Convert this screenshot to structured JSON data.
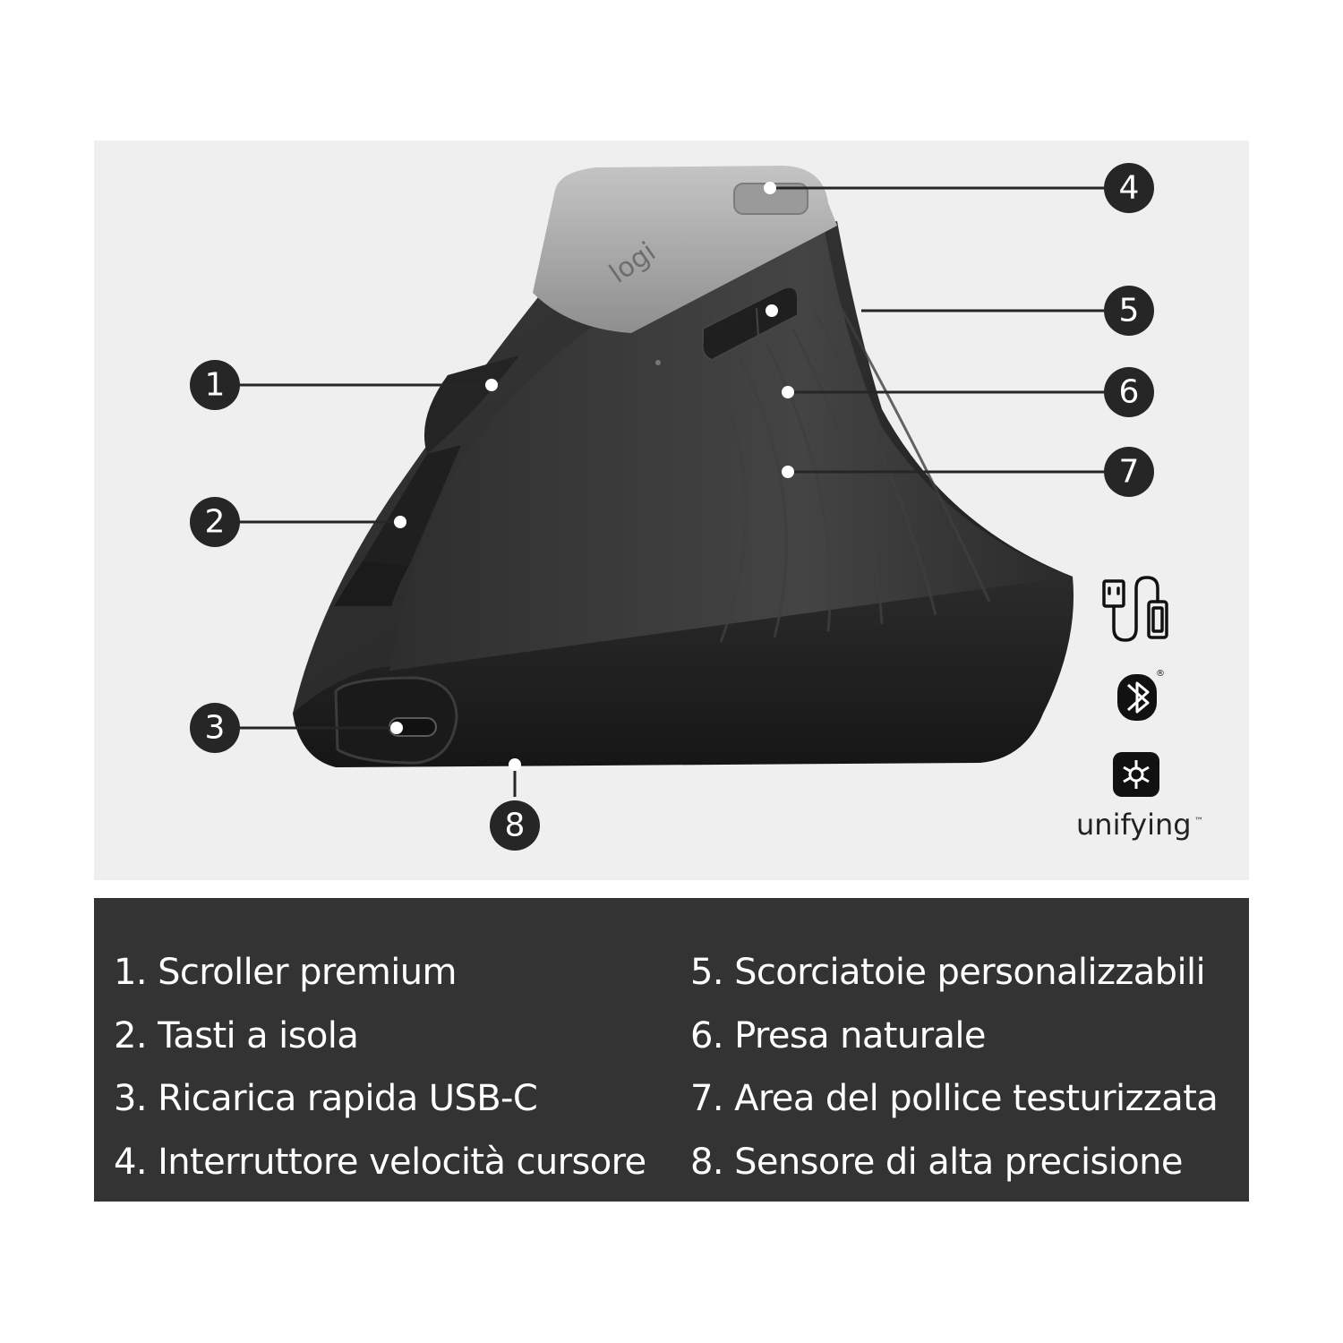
{
  "colors": {
    "panel_background": "#efefef",
    "legend_background": "#333333",
    "callout_fill": "#262626",
    "leader_line": "#262626",
    "mouse_body": "#2b2b2b",
    "mouse_top_plate": "#a9a9a9"
  },
  "mouse": {
    "logo_text": "logi"
  },
  "callouts": [
    {
      "number": "1"
    },
    {
      "number": "2"
    },
    {
      "number": "3"
    },
    {
      "number": "4"
    },
    {
      "number": "5"
    },
    {
      "number": "6"
    },
    {
      "number": "7"
    },
    {
      "number": "8"
    }
  ],
  "connectivity": {
    "usb_cable_icon": "usb-cable-icon",
    "bluetooth_icon": "bluetooth-icon",
    "bluetooth_mark": "®",
    "unifying_icon": "unifying-icon",
    "unifying_label": "unifying",
    "unifying_mark": "™"
  },
  "legend": {
    "left": [
      "1. Scroller premium",
      "2. Tasti a isola",
      "3. Ricarica rapida USB-C",
      "4. Interruttore velocità cursore"
    ],
    "right": [
      "5. Scorciatoie personalizzabili",
      "6. Presa naturale",
      "7. Area del pollice testurizzata",
      "8. Sensore di alta precisione"
    ]
  }
}
